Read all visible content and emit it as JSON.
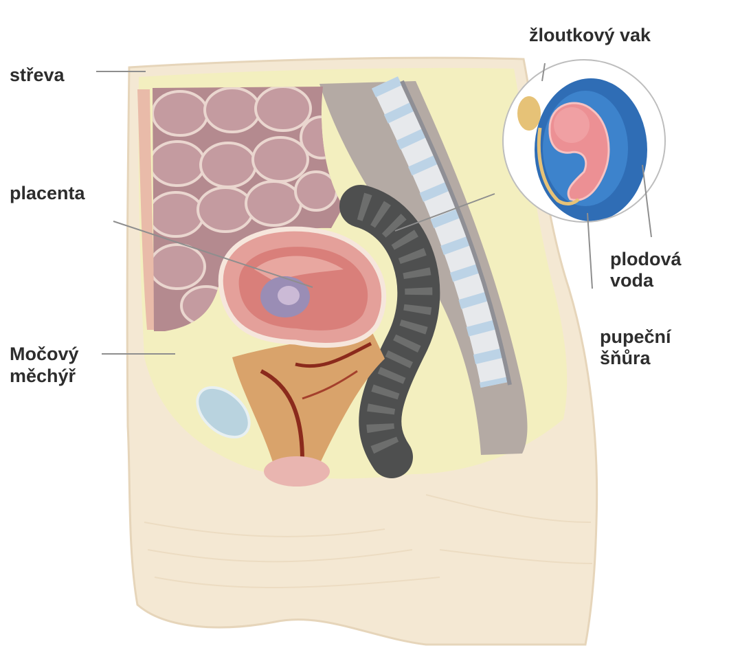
{
  "labels": {
    "intestines": "střeva",
    "placenta": "placenta",
    "bladder": [
      "Močový",
      "měchýř"
    ],
    "yolk_sac": "žloutkový vak",
    "amniotic_fluid": [
      "plodová",
      "voda"
    ],
    "umbilical_cord": [
      "pupeční",
      "šňůra"
    ]
  },
  "colors": {
    "label_text": "#2d2d2d",
    "leader_line": "#8e8e8e",
    "skin": "#f4e8d3",
    "tissue": "#f3efbf",
    "intestines": "#b48a8f",
    "uterus": "#e4a09a",
    "rectum": "#4e4f4f",
    "bladder": "#b9d3df",
    "amniotic_sac": "#2f6db5",
    "embryo": "#ec9094",
    "yolk_sac": "#e6c277"
  }
}
